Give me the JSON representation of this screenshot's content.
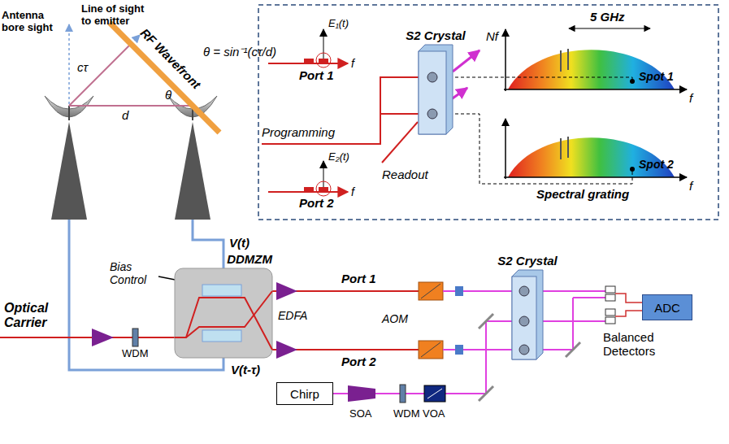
{
  "diagram": {
    "nodes": [
      {
        "text": [
          "DDMZM"
        ]
      },
      {
        "text": [
          "S2 Crystal"
        ]
      },
      {
        "text": [
          "ADC"
        ]
      },
      {
        "text": [
          "Chirp"
        ]
      },
      {
        "text": [
          "S2 Crystal"
        ]
      }
    ],
    "edges": [
      {
        "from": 0,
        "to": 1,
        "arrow": "none"
      },
      {
        "from": 0,
        "to": 1,
        "arrow": "none"
      },
      {
        "from": 3,
        "to": 1,
        "arrow": "none"
      }
    ],
    "labels": [
      "Antenna bore sight",
      "Line of sight to emitter",
      "θ = sin⁻¹(cτ/d)",
      "cτ",
      "θ",
      "d",
      "RF Wavefront",
      "Port 1",
      "E₁(t)",
      "f",
      "Programming",
      "Port 2",
      "E₂(t)",
      "f",
      "Readout",
      "Nf",
      "5 GHz",
      "Spot 1",
      "f",
      "Spot 2",
      "Spectral grating",
      "f",
      "Bias Control",
      "V(t)",
      "Optical Carrier",
      "WDM",
      "Port 1",
      "EDFA",
      "AOM",
      "Port 2",
      "V(t-τ)",
      "Balanced Detectors",
      "SOA",
      "WDM",
      "VOA"
    ]
  }
}
